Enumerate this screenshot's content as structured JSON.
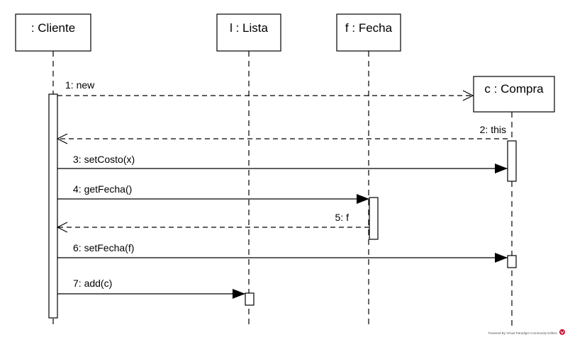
{
  "diagram": {
    "type": "sequence",
    "lifelines": [
      {
        "id": "cliente",
        "label": ": Cliente"
      },
      {
        "id": "lista",
        "label": "l : Lista"
      },
      {
        "id": "fecha",
        "label": "f : Fecha"
      },
      {
        "id": "compra",
        "label": "c : Compra"
      }
    ],
    "messages": [
      {
        "label": "1: new",
        "from": "cliente",
        "to": "compra",
        "kind": "create"
      },
      {
        "label": "2: this",
        "from": "compra",
        "to": "cliente",
        "kind": "return"
      },
      {
        "label": "3: setCosto(x)",
        "from": "cliente",
        "to": "compra",
        "kind": "sync"
      },
      {
        "label": "4: getFecha()",
        "from": "cliente",
        "to": "fecha",
        "kind": "sync"
      },
      {
        "label": "5: f",
        "from": "fecha",
        "to": "cliente",
        "kind": "return"
      },
      {
        "label": "6: setFecha(f)",
        "from": "cliente",
        "to": "compra",
        "kind": "sync"
      },
      {
        "label": "7: add(c)",
        "from": "cliente",
        "to": "lista",
        "kind": "sync"
      }
    ],
    "watermark": "Powered By Visual Paradigm Community Edition"
  },
  "colors": {
    "line": "#000000",
    "background": "#ffffff",
    "watermark_logo": "#c8102e"
  }
}
